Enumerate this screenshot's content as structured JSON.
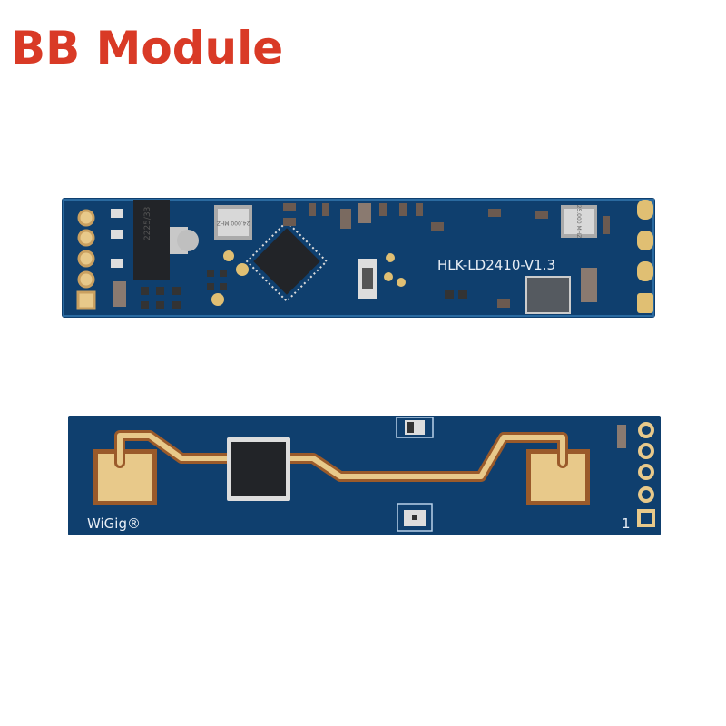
{
  "title": "BB Module",
  "colors": {
    "title": "#d93a26",
    "pcb": "#0f3f6e",
    "pcb_dark": "#0a2e55",
    "copper_pad": "#e8c98a",
    "antenna_outline": "#9a5a2a",
    "chip": "#222428"
  },
  "top_board": {
    "silkscreen_label": "HLK-LD2410-V1.3",
    "crystal_1_marking": "24.000 MHZ",
    "crystal_2_marking": "25.000 MHZ",
    "regulator_marking": "2225/33"
  },
  "bottom_board": {
    "brand_label": "WiGig®",
    "pin_label": "1"
  }
}
